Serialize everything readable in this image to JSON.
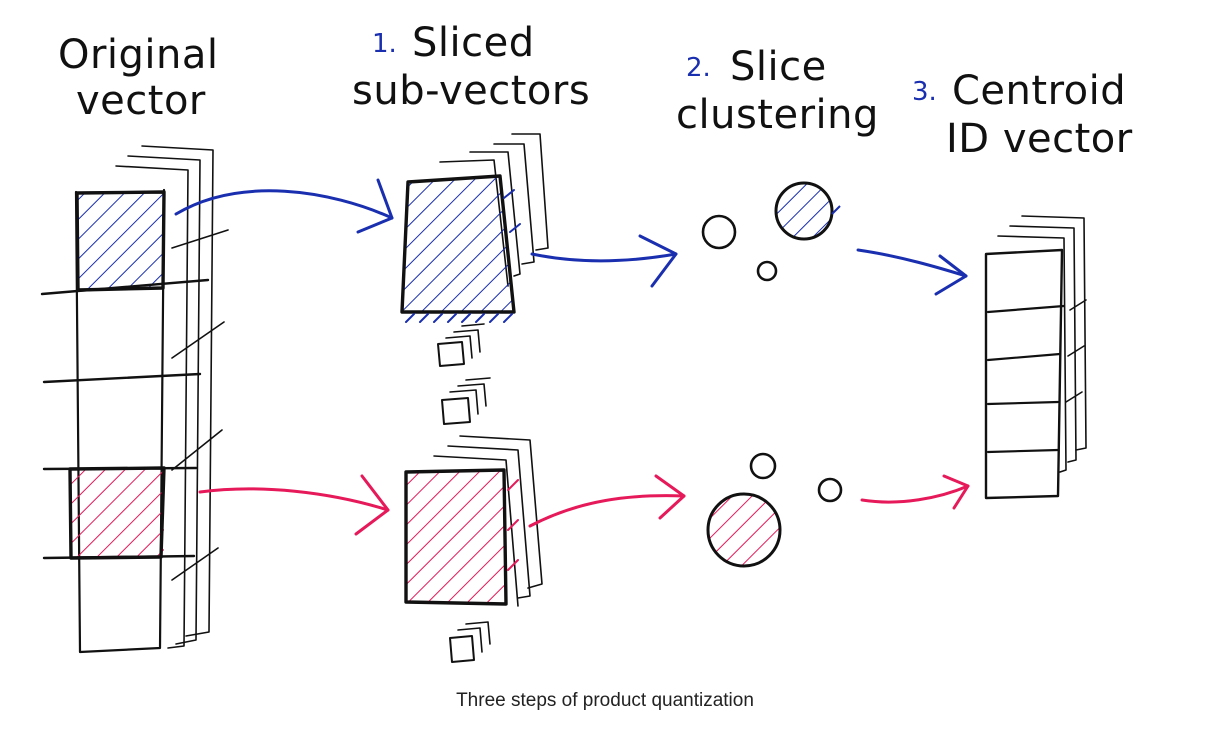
{
  "titles": {
    "original": [
      "Original",
      "vector"
    ],
    "step1": {
      "number": "1.",
      "line1": "Sliced",
      "line2": "sub-vectors"
    },
    "step2": {
      "number": "2.",
      "line1": "Slice",
      "line2": "clustering"
    },
    "step3": {
      "number": "3.",
      "line1": "Centroid",
      "line2": "ID vector"
    }
  },
  "caption": "Three steps of product quantization",
  "colors": {
    "ink": "#111111",
    "blue": "#1a2fb0",
    "pink": "#e6195a",
    "step_number": "#1a2fb0"
  },
  "icons": {
    "arrow": "hand-drawn-arrow-icon",
    "cluster": "circle-icon"
  }
}
